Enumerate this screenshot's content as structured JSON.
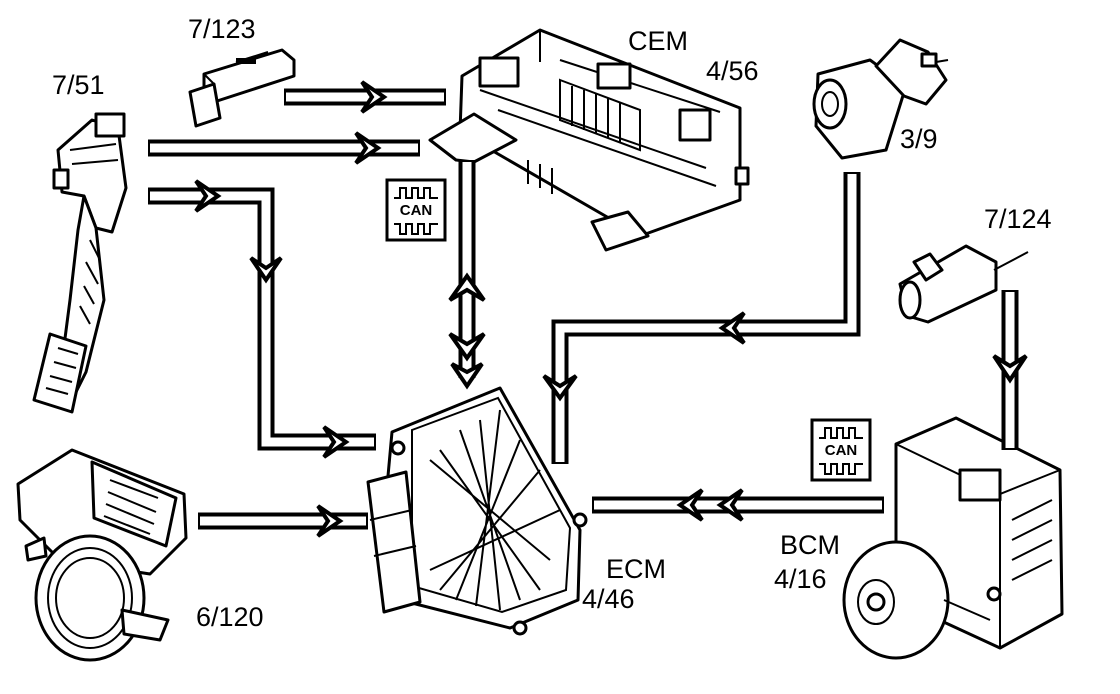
{
  "labels": {
    "accel_pedal": "7/51",
    "sensor_7_123": "7/123",
    "cem_name": "CEM",
    "cem_code": "4/56",
    "switch_3_9": "3/9",
    "sensor_7_124": "7/124",
    "throttle": "6/120",
    "ecm_name": "ECM",
    "ecm_code": "4/46",
    "bcm_name": "BCM",
    "bcm_code": "4/16"
  },
  "can_badge": {
    "text": "CAN"
  },
  "colors": {
    "line": "#000000",
    "background": "#ffffff"
  }
}
